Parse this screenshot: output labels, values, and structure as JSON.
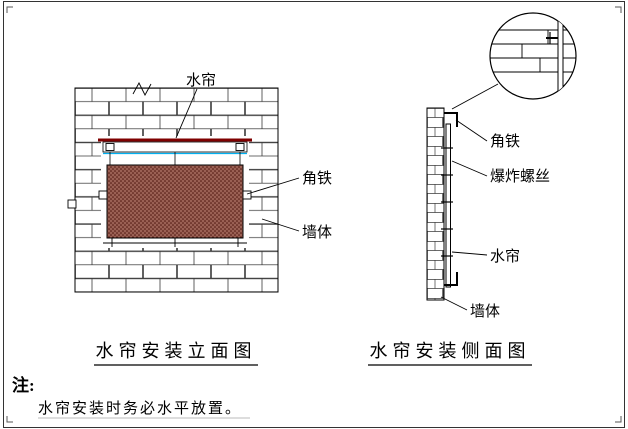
{
  "page": {
    "note_prefix": "注:",
    "note_text": "水帘安装时务必水平放置。"
  },
  "elevation": {
    "title": "水帘安装立面图",
    "labels": {
      "curtain": "水帘",
      "angle_iron": "角铁",
      "wall": "墙体"
    }
  },
  "side": {
    "title": "水帘安装侧面图",
    "labels": {
      "angle_iron": "角铁",
      "expansion_bolt": "爆炸螺丝",
      "curtain": "水帘",
      "wall": "墙体"
    }
  },
  "colors": {
    "curtain_fill": "#9a6054",
    "curtain_stipple": "#4c130b",
    "top_rail": "#7f0000",
    "rail_accent": "#00b0f0",
    "line": "#000000"
  }
}
